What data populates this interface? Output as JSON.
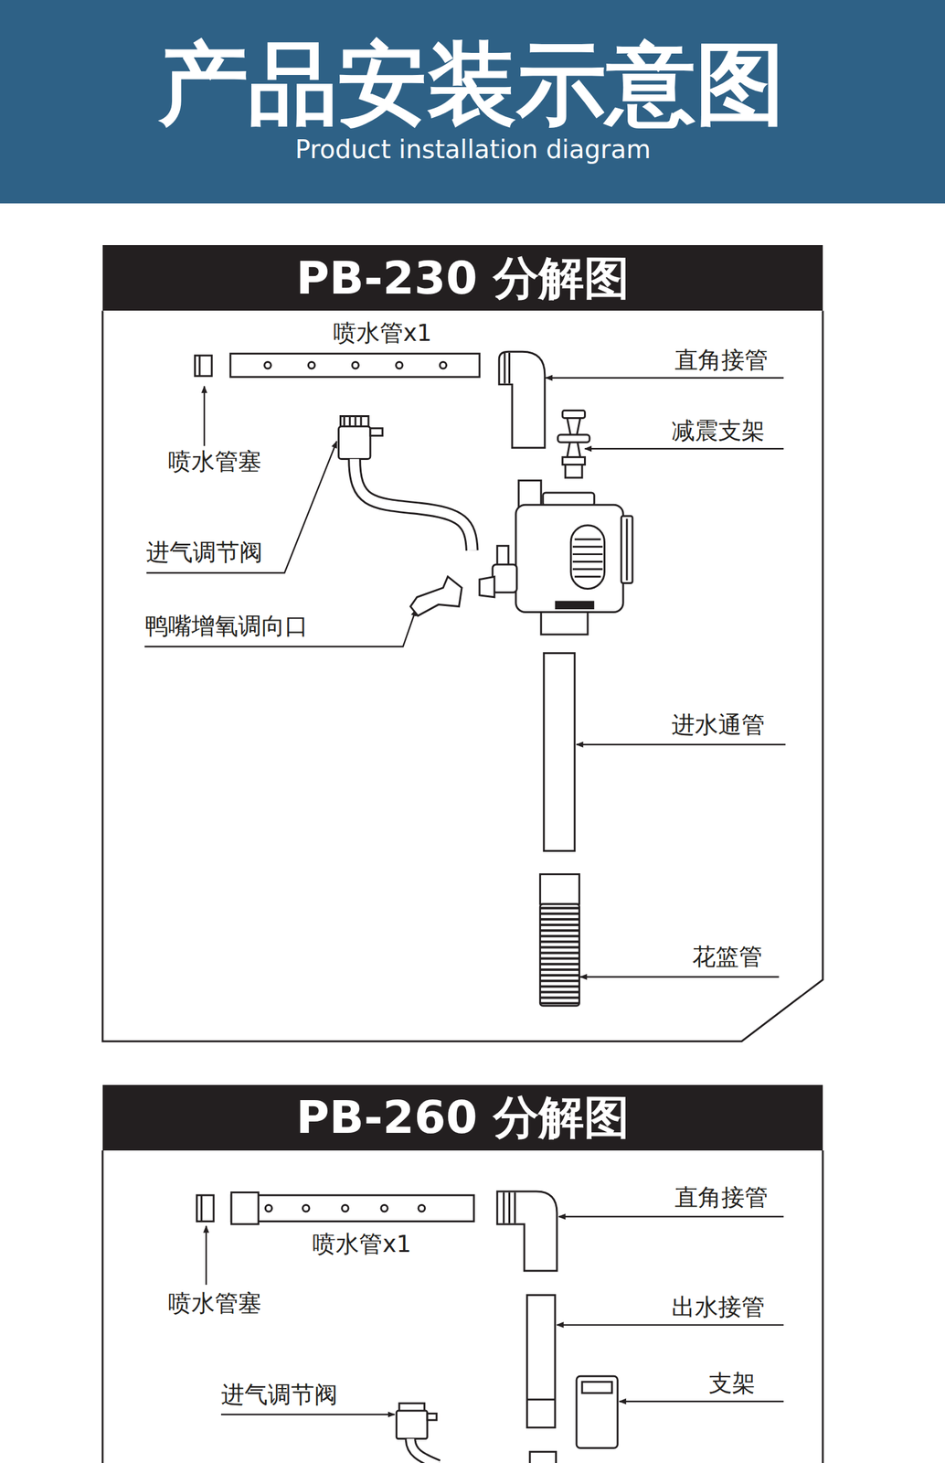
{
  "diagram": {
    "title": "产品安装示意图",
    "nodes": [
      {
        "text": [
          "PB-230 分解图"
        ]
      },
      {
        "text": [
          "PB-260 分解图"
        ]
      }
    ],
    "labels": [
      "Product installation diagram",
      "喷水管x1",
      "直角接管",
      "减震支架",
      "喷水管塞",
      "进气调节阀",
      "鸭嘴增氧调向口",
      "进水通管",
      "花篮管",
      "直角接管",
      "喷水管x1",
      "出水接管",
      "喷水管塞",
      "支架",
      "进气调节阀"
    ]
  }
}
